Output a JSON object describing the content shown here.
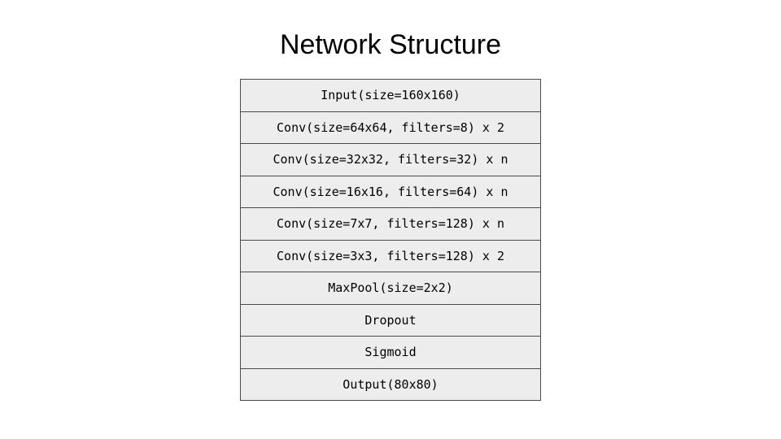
{
  "title": "Network Structure",
  "colors": {
    "background": "#ffffff",
    "box_fill": "#ededed",
    "box_border": "#4a4a4a",
    "text": "#000000"
  },
  "layers": [
    {
      "label": "Input(size=160x160)"
    },
    {
      "label": "Conv(size=64x64, filters=8) x 2"
    },
    {
      "label": "Conv(size=32x32, filters=32) x n"
    },
    {
      "label": "Conv(size=16x16, filters=64) x n"
    },
    {
      "label": "Conv(size=7x7, filters=128) x n"
    },
    {
      "label": "Conv(size=3x3, filters=128) x 2"
    },
    {
      "label": "MaxPool(size=2x2)"
    },
    {
      "label": "Dropout"
    },
    {
      "label": "Sigmoid"
    },
    {
      "label": "Output(80x80)"
    }
  ]
}
